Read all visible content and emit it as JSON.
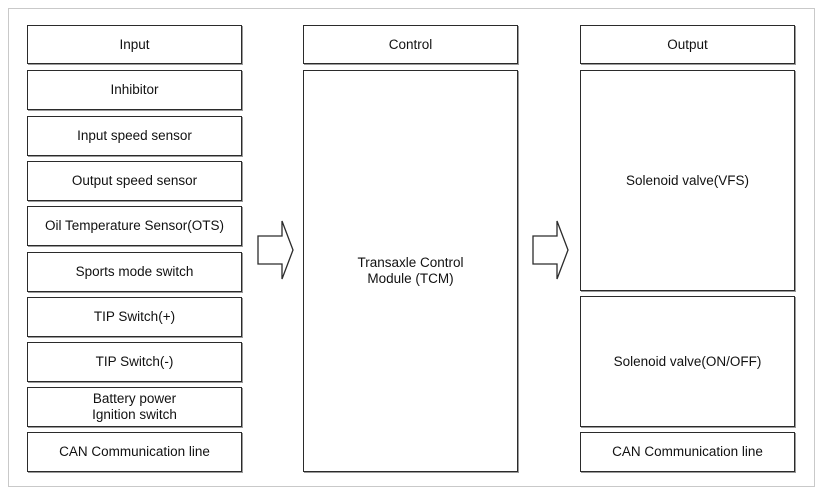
{
  "input": {
    "header": "Input",
    "items": [
      {
        "label": "Inhibitor"
      },
      {
        "label": "Input speed sensor"
      },
      {
        "label": "Output speed sensor"
      },
      {
        "label": "Oil Temperature Sensor(OTS)"
      },
      {
        "label": "Sports mode switch"
      },
      {
        "label": "TIP Switch(+)"
      },
      {
        "label": "TIP Switch(-)"
      },
      {
        "label": "Battery power",
        "label2": "Ignition switch"
      },
      {
        "label": "CAN Communication line"
      }
    ]
  },
  "control": {
    "header": "Control",
    "module_line1": "Transaxle Control",
    "module_line2": "Module (TCM)"
  },
  "output": {
    "header": "Output",
    "items": [
      {
        "label": "Solenoid valve(VFS)"
      },
      {
        "label": "Solenoid valve(ON/OFF)"
      },
      {
        "label": "CAN Communication line"
      }
    ]
  }
}
